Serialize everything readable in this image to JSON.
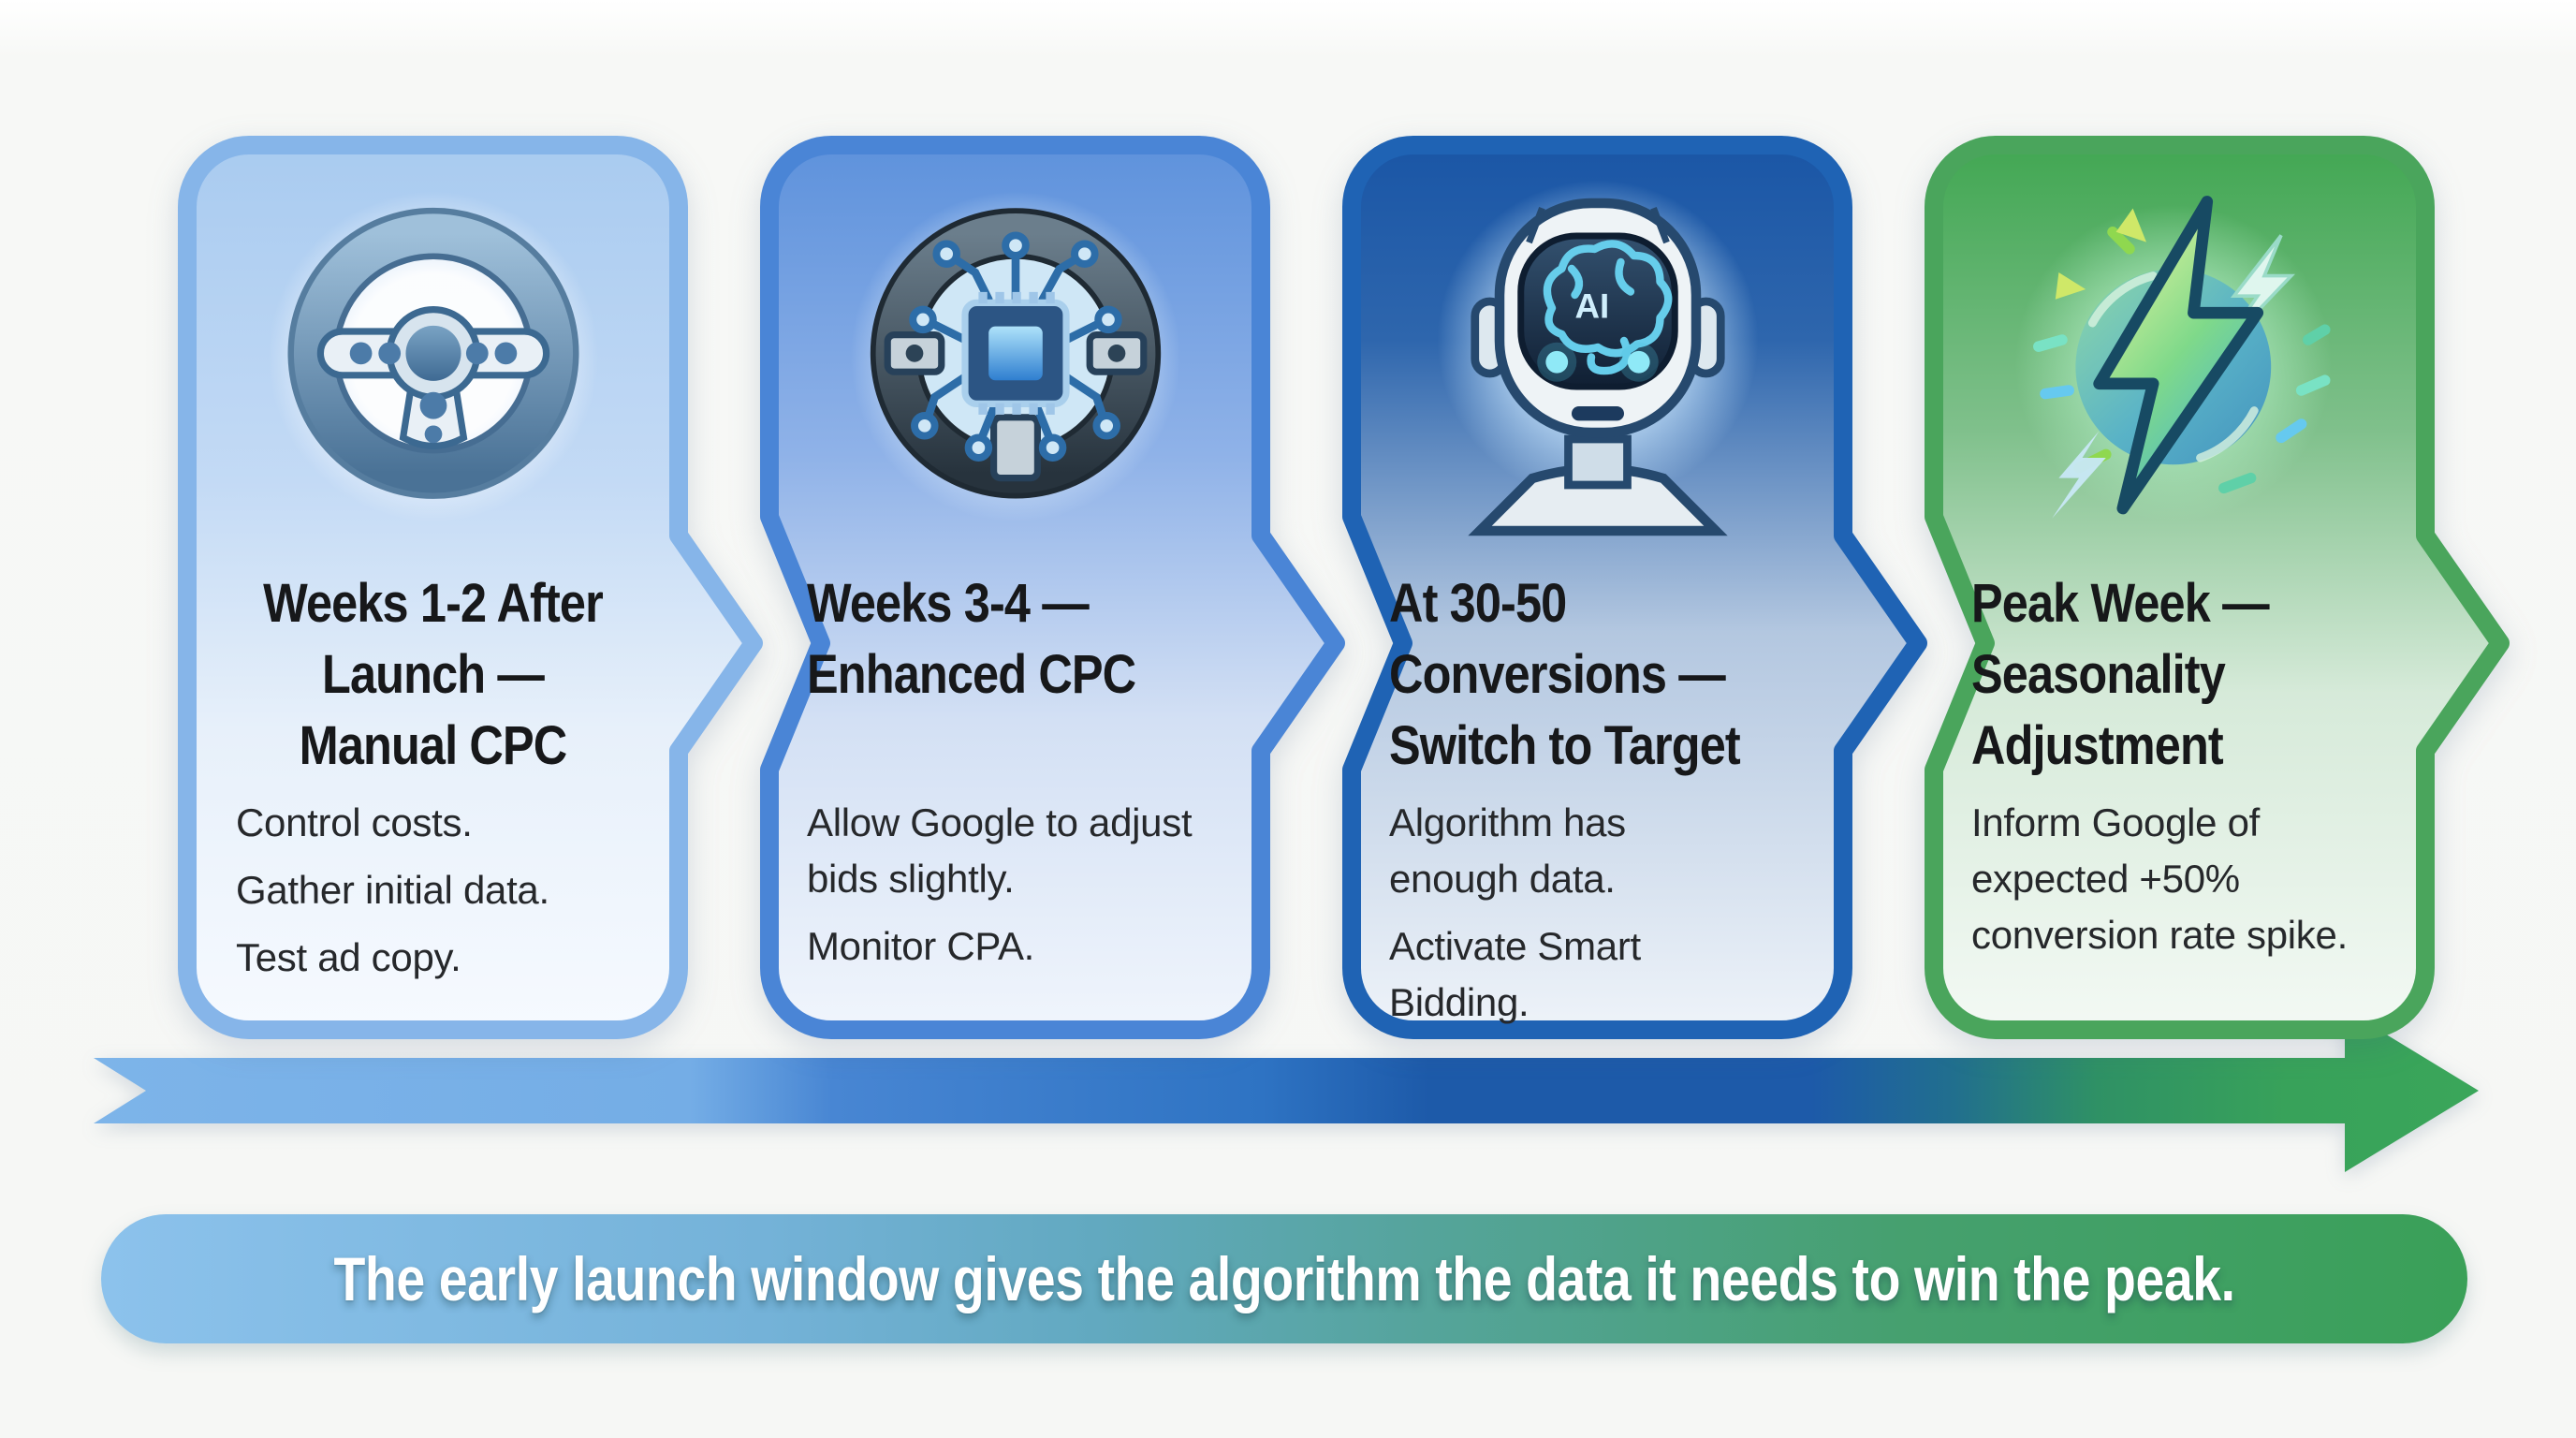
{
  "page": {
    "background": "#f7f8f6",
    "kind": "marketing-bidding-timeline-infographic"
  },
  "steps": [
    {
      "icon": "steering-wheel-icon",
      "accent": "#a9cbf0",
      "edge": "#86b5e9",
      "title_lines": [
        "Weeks 1-2 After",
        "Launch —",
        "Manual CPC"
      ],
      "body": [
        "Control costs.",
        "Gather initial data.",
        "Test ad copy."
      ]
    },
    {
      "icon": "chip-steering-wheel-icon",
      "accent": "#5e92dc",
      "edge": "#4a85d6",
      "title_lines": [
        "Weeks 3-4 —",
        "Enhanced CPC"
      ],
      "body": [
        "Allow Google to adjust bids slightly.",
        "Monitor CPA."
      ]
    },
    {
      "icon": "ai-robot-head-icon",
      "accent": "#1a56a6",
      "edge": "#1f63b4",
      "title_lines": [
        "At 30-50",
        "Conversions —",
        "Switch to Target"
      ],
      "body": [
        "Algorithm has enough data.",
        "Activate Smart Bidding."
      ]
    },
    {
      "icon": "lightning-bolt-icon",
      "accent": "#42a753",
      "edge": "#4aa55c",
      "title_lines": [
        "Peak Week —",
        "Seasonality",
        "Adjustment"
      ],
      "body": [
        "Inform Google of expected +50% conversion rate spike."
      ]
    }
  ],
  "timeline_arrow": {
    "direction": "left-to-right",
    "colors": [
      "#7db4e9",
      "#2e73c3",
      "#1d5aa9",
      "#3aa65a"
    ]
  },
  "banner": {
    "text": "The early launch window gives the algorithm the data it needs to win the peak.",
    "text_color": "#ffffff",
    "gradient": [
      "#8cc2ec",
      "#55a49b",
      "#3aa058"
    ]
  }
}
